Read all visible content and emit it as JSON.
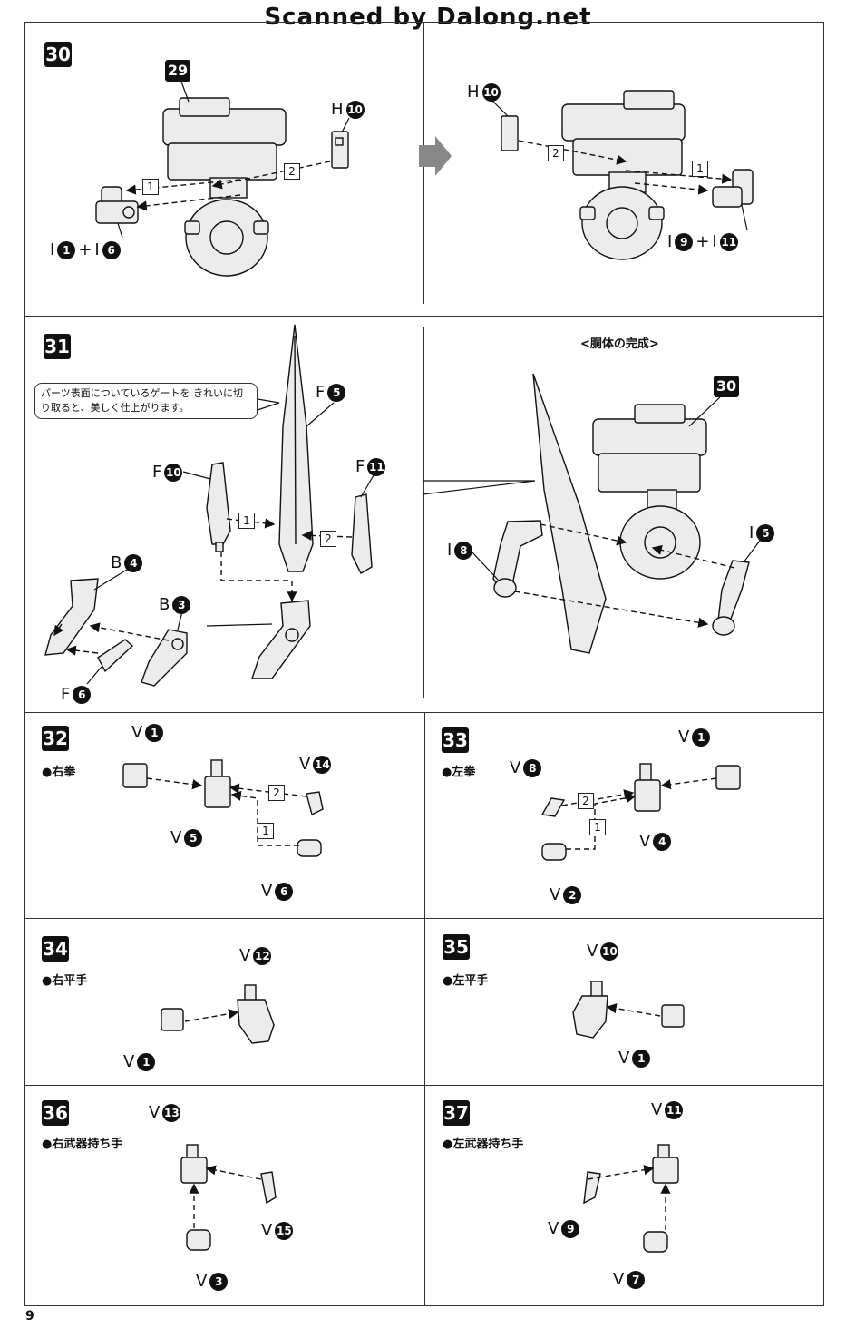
{
  "header": {
    "text": "Scanned by Dalong.net"
  },
  "page_number": "9",
  "steps": {
    "s30": {
      "num": "30",
      "left_box": "29",
      "labels": {
        "h10_l": "H",
        "h10_l_n": "10",
        "i1": "I",
        "i1_n": "1",
        "plus": "+",
        "i6": "I",
        "i6_n": "6",
        "h10_r": "H",
        "h10_r_n": "10",
        "i9": "I",
        "i9_n": "9",
        "i11": "I",
        "i11_n": "11"
      },
      "arrows": [
        "1",
        "2",
        "2",
        "1"
      ]
    },
    "s31": {
      "num": "31",
      "note": "パーツ表面についているゲートを きれいに切り取ると、美しく仕上がります。",
      "caption": "<胴体の完成>",
      "box30": "30",
      "labels": {
        "f5": "F",
        "f5_n": "5",
        "f10": "F",
        "f10_n": "10",
        "f11": "F",
        "f11_n": "11",
        "b4": "B",
        "b4_n": "4",
        "b3": "B",
        "b3_n": "3",
        "f6": "F",
        "f6_n": "6",
        "i8": "I",
        "i8_n": "8",
        "i5": "I",
        "i5_n": "5"
      },
      "arrows": [
        "1",
        "2"
      ]
    },
    "s32": {
      "num": "32",
      "sub": "●右拳",
      "labels": {
        "v1": "V",
        "v1_n": "1",
        "v14": "V",
        "v14_n": "14",
        "v5": "V",
        "v5_n": "5",
        "v6": "V",
        "v6_n": "6"
      },
      "arrows": [
        "2",
        "1"
      ]
    },
    "s33": {
      "num": "33",
      "sub": "●左拳",
      "labels": {
        "v1": "V",
        "v1_n": "1",
        "v8": "V",
        "v8_n": "8",
        "v4": "V",
        "v4_n": "4",
        "v2": "V",
        "v2_n": "2"
      },
      "arrows": [
        "2",
        "1"
      ]
    },
    "s34": {
      "num": "34",
      "sub": "●右平手",
      "labels": {
        "v12": "V",
        "v12_n": "12",
        "v1": "V",
        "v1_n": "1"
      }
    },
    "s35": {
      "num": "35",
      "sub": "●左平手",
      "labels": {
        "v10": "V",
        "v10_n": "10",
        "v1": "V",
        "v1_n": "1"
      }
    },
    "s36": {
      "num": "36",
      "sub": "●右武器持ち手",
      "labels": {
        "v13": "V",
        "v13_n": "13",
        "v15": "V",
        "v15_n": "15",
        "v3": "V",
        "v3_n": "3"
      }
    },
    "s37": {
      "num": "37",
      "sub": "●左武器持ち手",
      "labels": {
        "v11": "V",
        "v11_n": "11",
        "v9": "V",
        "v9_n": "9",
        "v7": "V",
        "v7_n": "7"
      }
    }
  },
  "colors": {
    "ink": "#111111",
    "line": "#333333",
    "part_fill": "#e8e8e8",
    "arrow_gray": "#888888"
  }
}
